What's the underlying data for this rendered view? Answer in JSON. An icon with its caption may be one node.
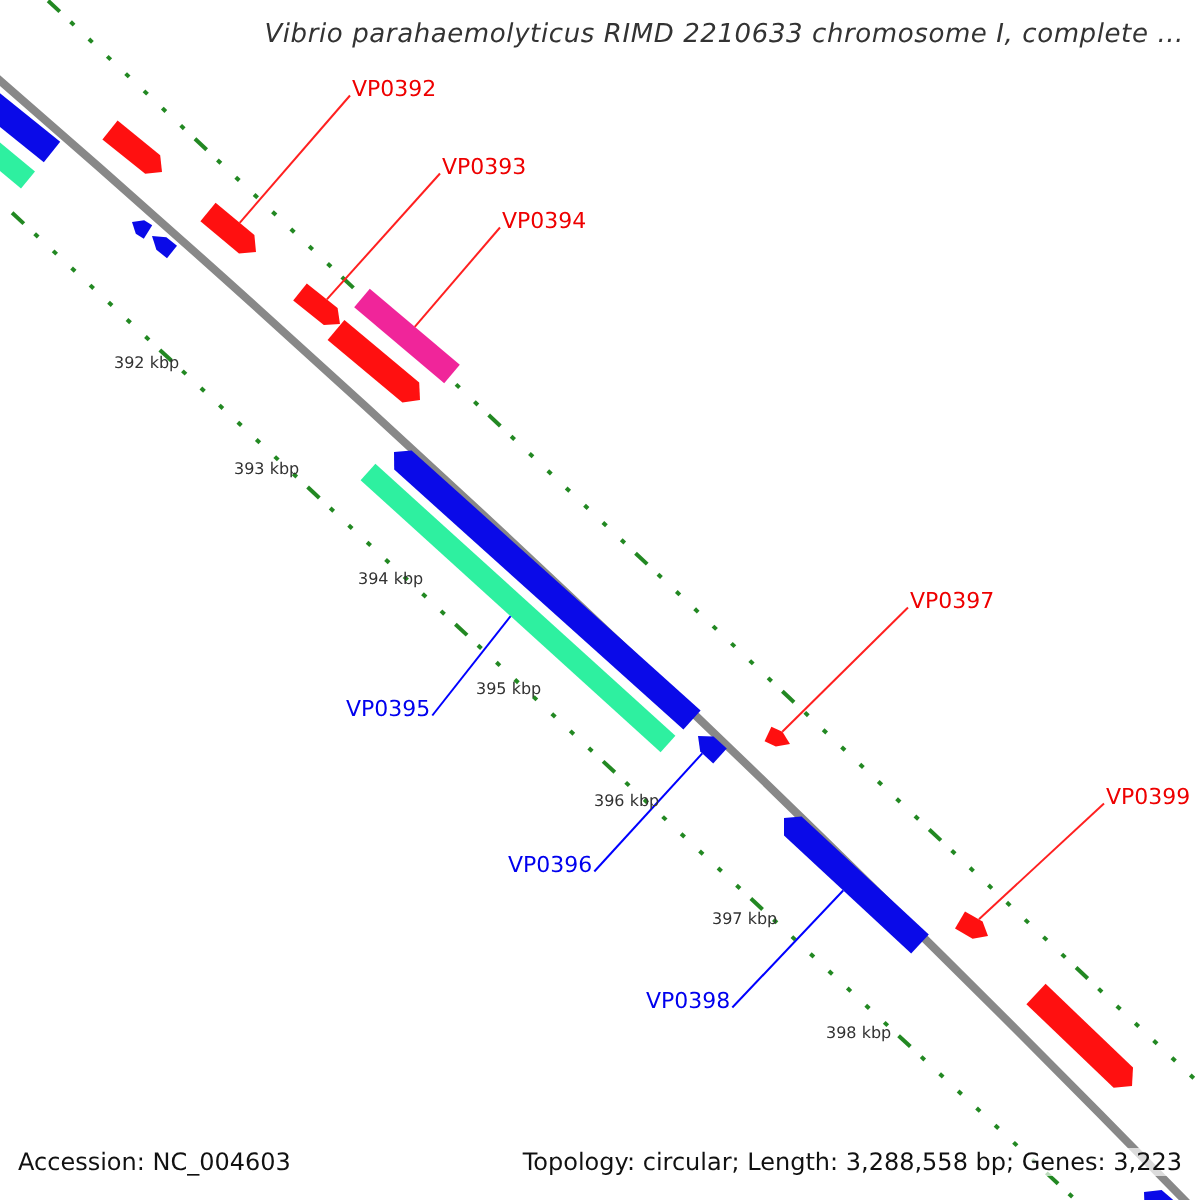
{
  "diagram": {
    "title": "Vibrio parahaemolyticus RIMD 2210633 chromosome I, complete ...",
    "nodes": [
      {
        "text": [
          "VP0392"
        ]
      },
      {
        "text": [
          "VP0393"
        ]
      },
      {
        "text": [
          "VP0394"
        ]
      },
      {
        "text": [
          "VP0395"
        ]
      },
      {
        "text": [
          "VP0396"
        ]
      },
      {
        "text": [
          "VP0397"
        ]
      },
      {
        "text": [
          "VP0398"
        ]
      },
      {
        "text": [
          "VP0399"
        ]
      },
      {
        "text": [],
        "shape": "bar"
      },
      {
        "text": [],
        "shape": "bar"
      },
      {
        "text": [],
        "shape": "bar"
      },
      {
        "text": [],
        "shape": "bar"
      },
      {
        "text": [],
        "shape": "bar"
      },
      {
        "text": [],
        "shape": "bar"
      },
      {
        "text": [],
        "shape": "bar"
      },
      {
        "text": [],
        "shape": "bar"
      },
      {
        "text": [],
        "shape": "bar"
      },
      {
        "text": [],
        "shape": "bar"
      },
      {
        "text": [],
        "shape": "bar"
      },
      {
        "text": [],
        "shape": "bar"
      },
      {
        "text": [],
        "shape": "bar"
      },
      {
        "text": [],
        "shape": "bar"
      },
      {
        "text": [],
        "shape": "bar"
      },
      {
        "text": [],
        "shape": "bar"
      },
      {
        "text": [],
        "shape": "bar"
      }
    ],
    "edges": [
      {
        "from": 0,
        "to": 11,
        "arrow": "none"
      },
      {
        "from": 1,
        "to": 14,
        "arrow": "none"
      },
      {
        "from": 2,
        "to": 15,
        "arrow": "none"
      },
      {
        "from": 3,
        "to": 18,
        "arrow": "none",
        "color": "#0000ff"
      },
      {
        "from": 4,
        "to": 20,
        "arrow": "none",
        "color": "#0000ff"
      },
      {
        "from": 5,
        "to": 19,
        "arrow": "none"
      },
      {
        "from": 6,
        "to": 21,
        "arrow": "none",
        "color": "#0000ff"
      },
      {
        "from": 7,
        "to": 22,
        "arrow": "none"
      }
    ],
    "labels": [
      "392 kbp",
      "393 kbp",
      "394 kbp",
      "395 kbp",
      "396 kbp",
      "397 kbp",
      "398 kbp",
      "Accession: NC_004603",
      "Topology: circular; Length: 3,288,558 bp; Genes: 3,223"
    ]
  }
}
